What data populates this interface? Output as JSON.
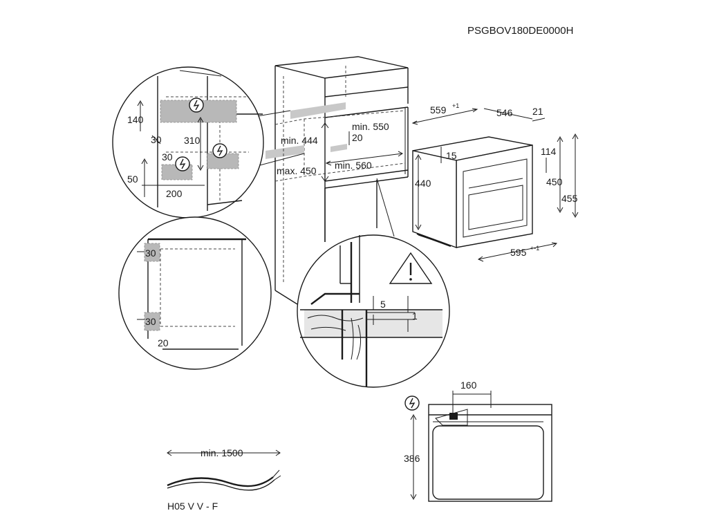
{
  "document": {
    "code": "PSGBOV180DE0000H"
  },
  "niche": {
    "min_444": "min. 444",
    "max_450": "max. 450",
    "min_550": "min. 550",
    "min_560": "min. 560",
    "d20": "20"
  },
  "detail_socket": {
    "d140": "140",
    "d30a": "30",
    "d310": "310",
    "d30b": "30",
    "d50": "50",
    "d200": "200"
  },
  "appliance": {
    "d559": "559",
    "d559_tol": "+1",
    "d546": "546",
    "d21": "21",
    "d15": "15",
    "d114": "114",
    "d440": "440",
    "d450": "450",
    "d455": "455",
    "d595": "595",
    "d595_tol": "+-1"
  },
  "detail_side": {
    "d30_top": "30",
    "d30_bottom": "30",
    "d20": "20"
  },
  "detail_front": {
    "d5": "5",
    "d1": "1"
  },
  "rear_view": {
    "d160": "160",
    "d386": "386"
  },
  "cable": {
    "length": "min. 1500",
    "type": "H05 V V - F"
  },
  "icons": [
    "electric-hazard-icon",
    "warning-triangle-icon"
  ]
}
